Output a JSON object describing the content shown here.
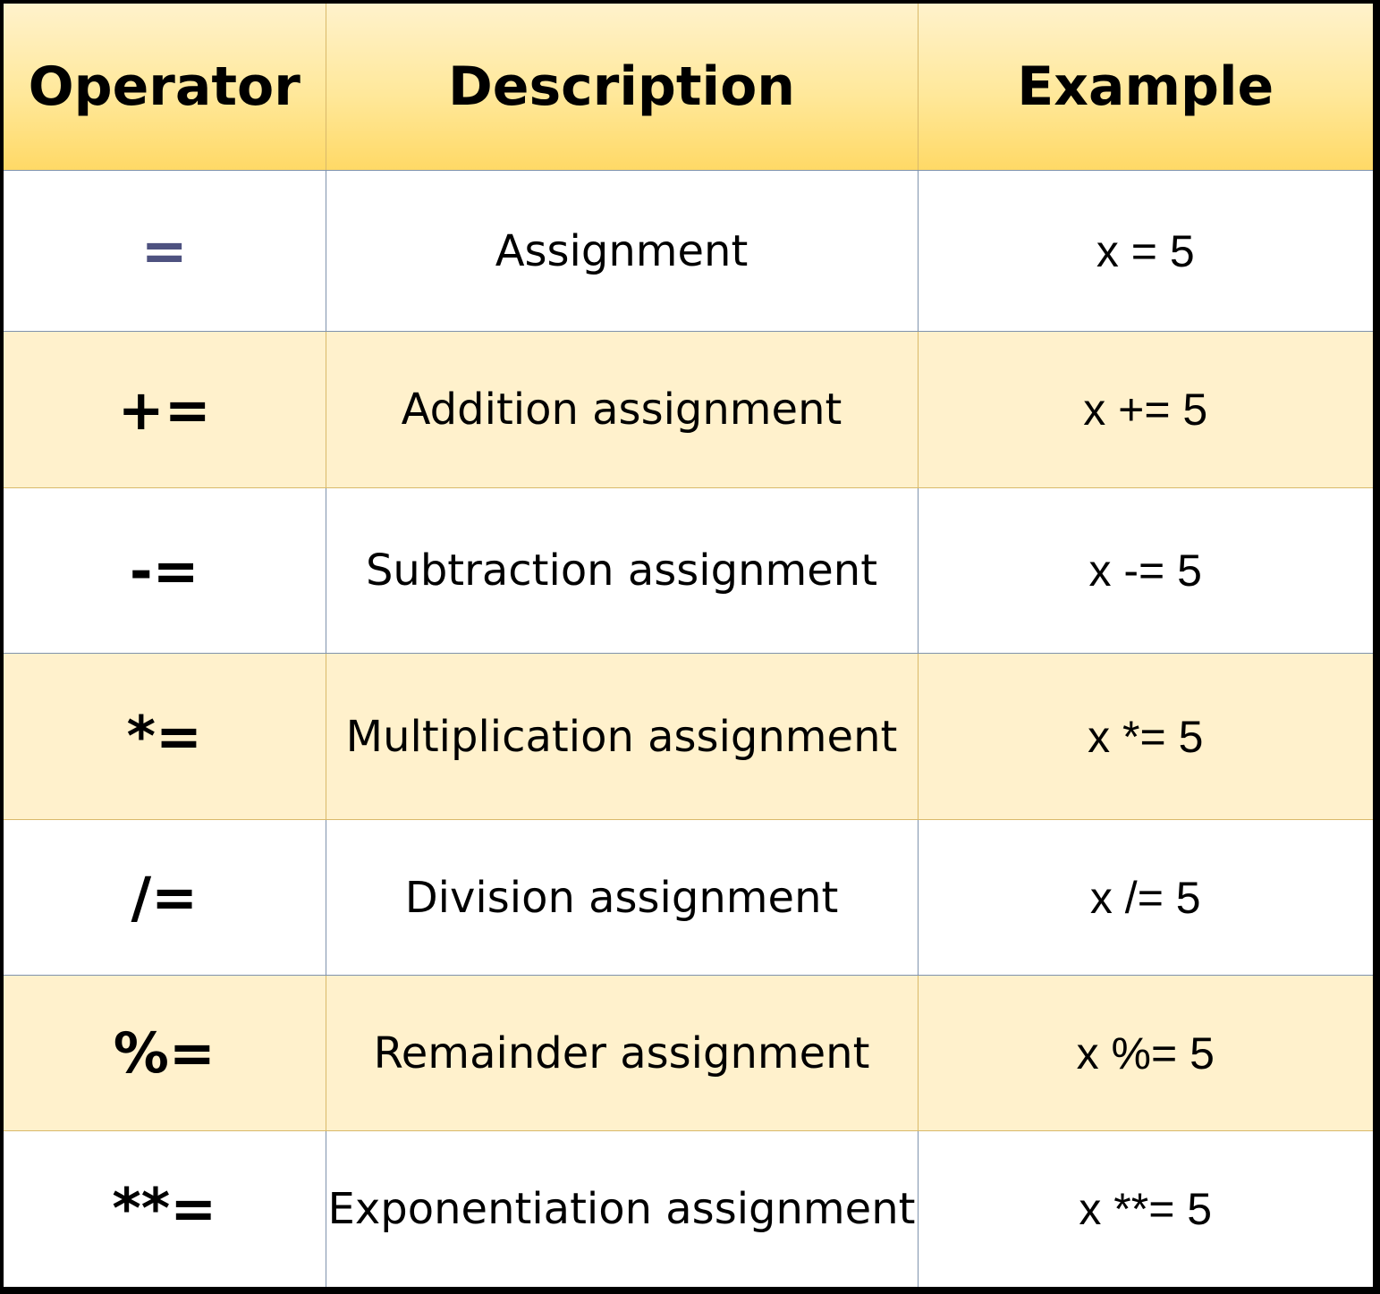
{
  "table": {
    "headers": {
      "operator": "Operator",
      "description": "Description",
      "example": "Example"
    },
    "rows": [
      {
        "operator": "=",
        "description": "Assignment",
        "example": "x = 5"
      },
      {
        "operator": "+=",
        "description": "Addition assignment",
        "example": "x += 5"
      },
      {
        "operator": "-=",
        "description": "Subtraction assignment",
        "example": "x -= 5"
      },
      {
        "operator": "*=",
        "description": "Multiplication assignment",
        "example": "x *= 5"
      },
      {
        "operator": "/=",
        "description": "Division assignment",
        "example": "x /= 5"
      },
      {
        "operator": "%=",
        "description": "Remainder assignment",
        "example": "x %= 5"
      },
      {
        "operator": "**=",
        "description": "Exponentiation assignment",
        "example": "x **= 5"
      }
    ]
  },
  "colors": {
    "header_gradient_top": "#fff2cc",
    "header_gradient_bottom": "#ffd966",
    "row_alt": "#fff1cc",
    "row_white": "#ffffff",
    "assignment_operator": "#4e5280",
    "frame": "#000000"
  }
}
